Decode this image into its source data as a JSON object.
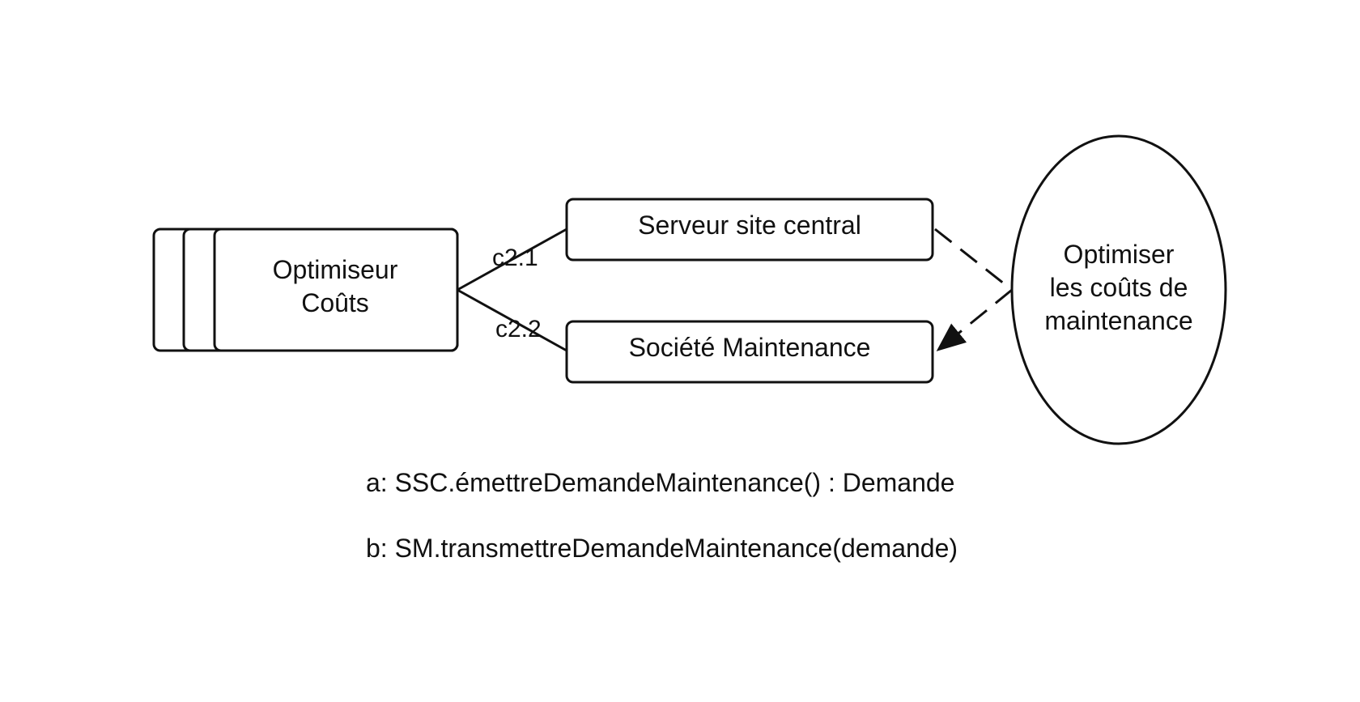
{
  "nodes": {
    "optimiseur": {
      "line1": "Optimiseur",
      "line2": "Coûts"
    },
    "serveur": {
      "label": "Serveur site central"
    },
    "societe": {
      "label": "Société Maintenance"
    },
    "usecase": {
      "line1": "Optimiser",
      "line2": "les coûts de",
      "line3": "maintenance"
    }
  },
  "links": {
    "c21": "c2.1",
    "c22": "c2.2"
  },
  "notes": {
    "a": "a: SSC.émettreDemandeMaintenance() : Demande",
    "b": "b: SM.transmettreDemandeMaintenance(demande)"
  }
}
